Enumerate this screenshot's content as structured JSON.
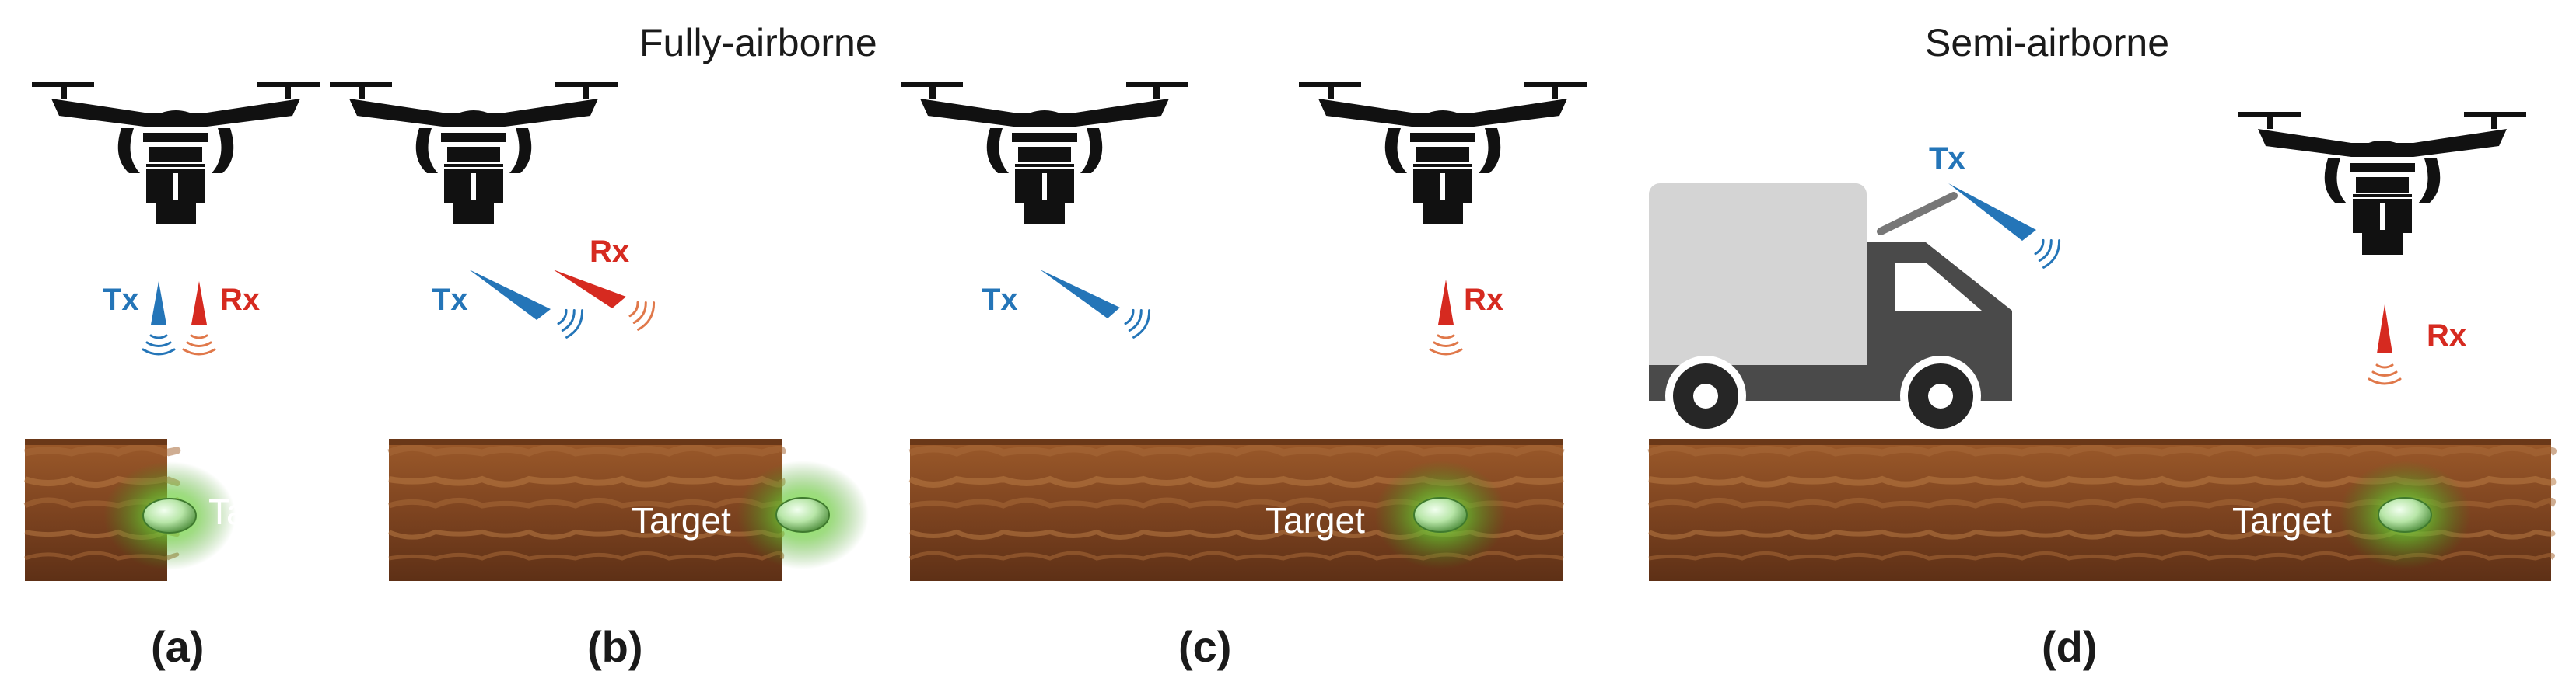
{
  "headings": {
    "fully": "Fully-airborne",
    "semi": "Semi-airborne"
  },
  "panels": [
    {
      "label": "(a)",
      "tx": "Tx",
      "rx": "Rx",
      "target": "Target"
    },
    {
      "label": "(b)",
      "tx": "Tx",
      "rx": "Rx",
      "target": "Target"
    },
    {
      "label": "(c)",
      "tx": "Tx",
      "rx": "Rx",
      "target": "Target"
    },
    {
      "label": "(d)",
      "tx": "Tx",
      "rx": "Rx",
      "target": "Target"
    }
  ],
  "icons": [
    "drone-icon",
    "truck-icon",
    "antenna-icon",
    "signal-wave-icon",
    "target-icon",
    "soil-strip"
  ],
  "colors": {
    "tx": "#2475b8",
    "rx": "#d62a20",
    "drone": "#111111",
    "truck_cargo": "#d4d4d4",
    "truck_cab": "#4a4a4a",
    "soil": "#8b4a22",
    "soil_light": "#b87a44",
    "target_glow": "#6dd23a",
    "text": "#1a1a1a"
  }
}
